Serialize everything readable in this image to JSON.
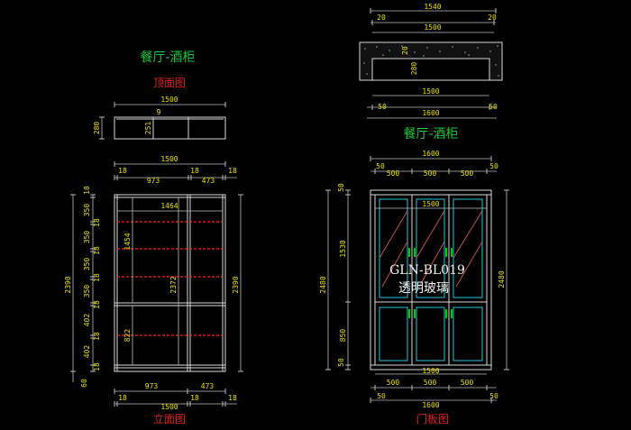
{
  "titles": {
    "top_left": "餐厅-酒柜",
    "plan_view": "顶面图",
    "elevation_view": "立面图",
    "top_right": "餐厅-酒柜",
    "door_view": "门板图"
  },
  "colors": {
    "background": "#000000",
    "title_green": "#19c93c",
    "title_red": "#e02020",
    "dimension_yellow": "#e8e000",
    "line_white": "#d8d8d8",
    "shelf_red": "#ff2020"
  },
  "plan": {
    "width": "1500",
    "depth": "280",
    "inner_depth": "251",
    "board": "9"
  },
  "elevation": {
    "top_total": "1500",
    "top_left_side": "18",
    "top_left_span": "973",
    "top_mid_side": "18",
    "top_right_span": "473",
    "top_right_side": "18",
    "inner_width": "1464",
    "left_dims": [
      "18",
      "350",
      "18",
      "350",
      "18",
      "350",
      "18",
      "350",
      "18",
      "402",
      "18",
      "402",
      "18"
    ],
    "left_total": "2390",
    "right_total": "2390",
    "upper_height": "1454",
    "mid_height": "2372",
    "lower_height": "822",
    "base": "60",
    "bottom_left_span": "973",
    "bottom_right_span": "473",
    "bottom_total": "1500",
    "bottom_left_side": "18",
    "bottom_mid_side": "18",
    "bottom_right_side": "18"
  },
  "top_view_right": {
    "overall": "1540",
    "overhang_left": "20",
    "overhang_right": "20",
    "inner": "1500",
    "board": "20",
    "depth": "280",
    "bottom_inner": "1500",
    "bottom_overall": "1600",
    "side_left": "50",
    "side_right": "50"
  },
  "door": {
    "top_total": "1600",
    "top_side_left": "50",
    "top_door_1": "500",
    "top_door_2": "500",
    "top_door_3": "500",
    "top_side_right": "50",
    "inner_width": "1500",
    "left_top": "50",
    "upper_height": "1530",
    "lower_height": "850",
    "left_bottom": "50",
    "left_total": "2480",
    "right_total": "2480",
    "model": "GLN-BL019",
    "material": "透明玻璃",
    "bottom_door_1": "500",
    "bottom_door_2": "500",
    "bottom_door_3": "500",
    "bottom_total": "1600",
    "bottom_side_left": "50",
    "bottom_side_right": "50"
  }
}
